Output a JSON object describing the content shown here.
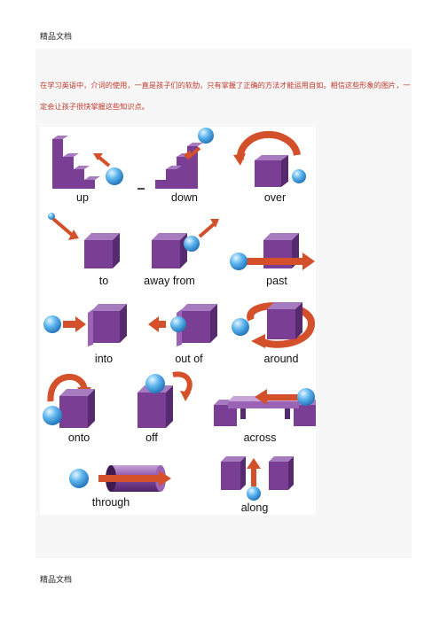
{
  "page": {
    "header": "精品文档",
    "footer": "精品文档",
    "intro": "在学习英语中，介词的使用，一直是孩子们的软肋，只有掌握了正确的方法才能运用自如。相信这些形象的图片，一定会让孩子很快掌握这些知识点。"
  },
  "figure": {
    "labels": {
      "up": "up",
      "down": "down",
      "over": "over",
      "to": "to",
      "away_from": "away from",
      "past": "past",
      "into": "into",
      "out_of": "out of",
      "around": "around",
      "onto": "onto",
      "off": "off",
      "across": "across",
      "through": "through",
      "along": "along"
    },
    "colors": {
      "cube_front": "#7a3f94",
      "cube_top": "#a77bc0",
      "cube_side": "#562a6e",
      "arrow": "#d4502a",
      "ball": "#3f9fe0"
    }
  }
}
